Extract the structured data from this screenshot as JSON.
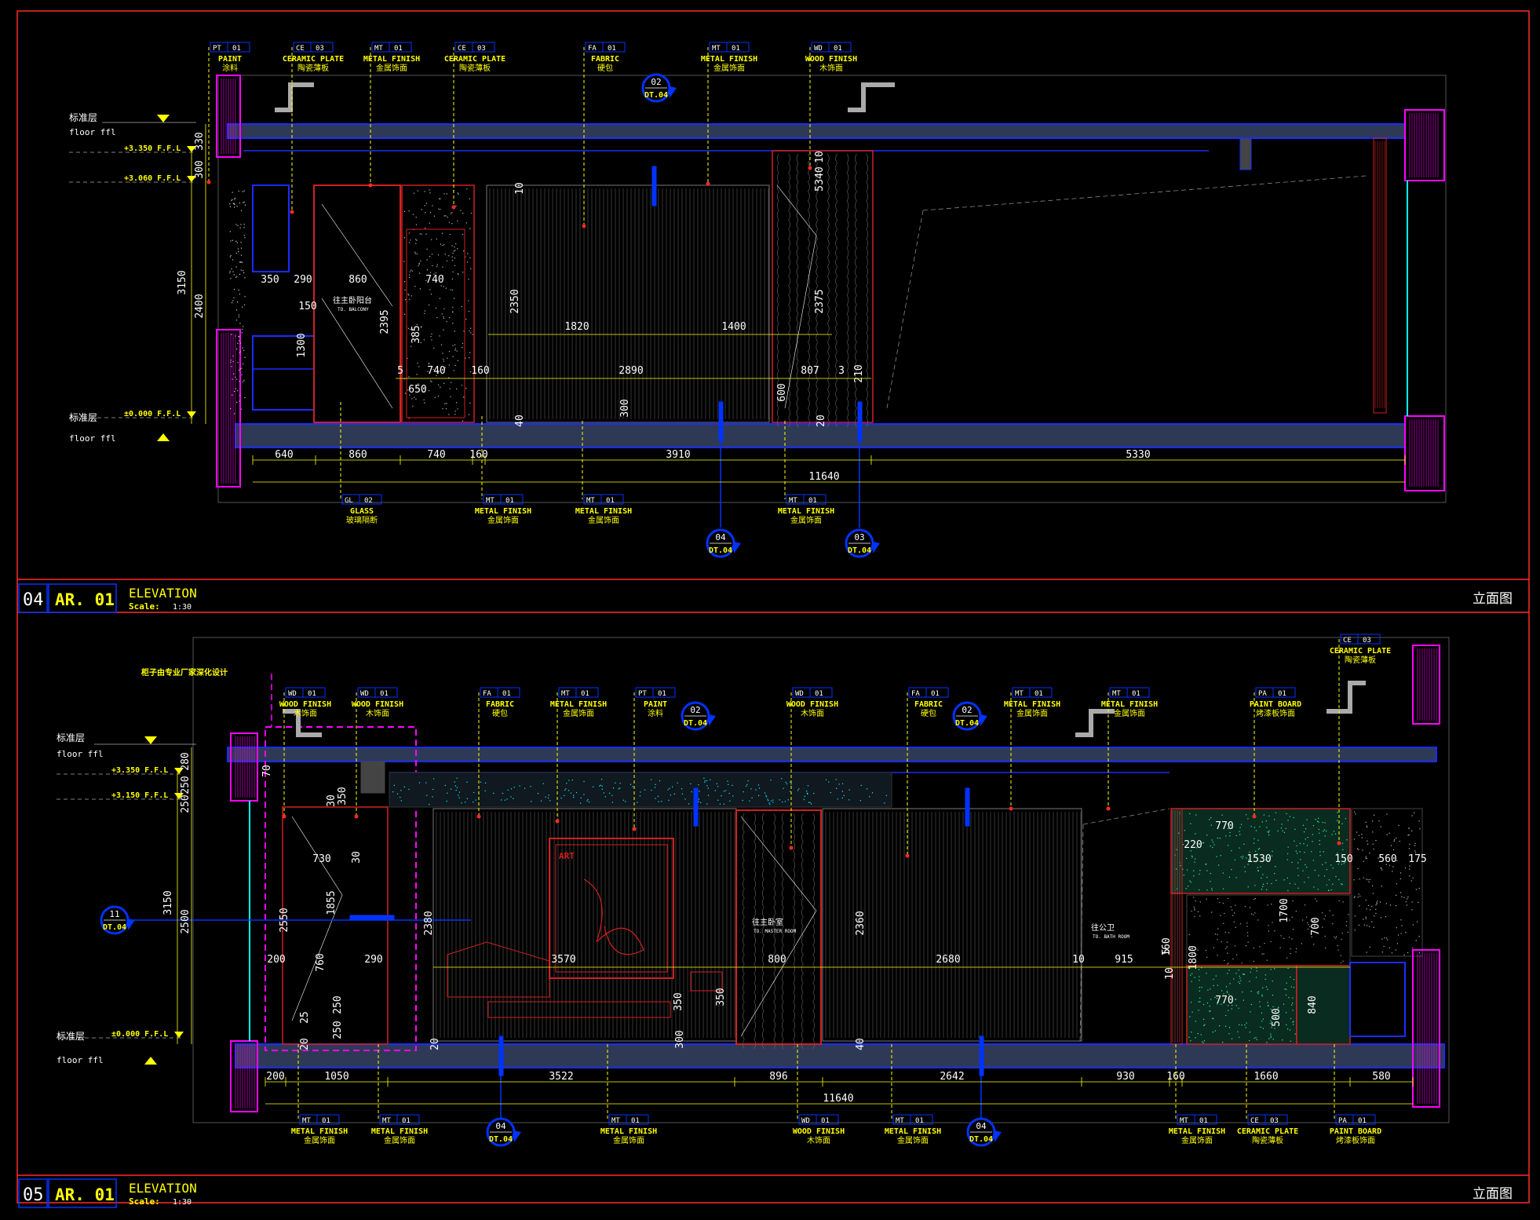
{
  "colors": {
    "background": "#000000",
    "frame": "#ff2a2a",
    "structure_blue": "#1a2cff",
    "leader_yellow": "#ffff00",
    "callout_blue": "#0033ff",
    "wall_magenta": "#ff00ff",
    "cyan": "#00ffff",
    "slab_gray": "#2e3a55",
    "wood_red": "#d02020",
    "dim_text": "#ffffff",
    "tag_text": "#ffffff",
    "label_yellow": "#ffff00"
  },
  "panels": [
    {
      "number": "04",
      "code": "AR. 01",
      "title": "ELEVATION",
      "scale_label": "Scale:",
      "scale_value": "1:30",
      "right_label": "立面图",
      "level_labels": [
        "标准层",
        "floor ffl",
        "标准层",
        "floor ffl"
      ],
      "level_marks": [
        "+3.350 F.F.L",
        "+3.060 F.F.L",
        "±0.000 F.F.L"
      ],
      "top_tags": [
        {
          "code": "PT",
          "num": "01",
          "en": "PAINT",
          "cn": "涂料"
        },
        {
          "code": "CE",
          "num": "03",
          "en": "CERAMIC PLATE",
          "cn": "陶瓷薄板"
        },
        {
          "code": "MT",
          "num": "01",
          "en": "METAL FINISH",
          "cn": "金属饰面"
        },
        {
          "code": "CE",
          "num": "03",
          "en": "CERAMIC PLATE",
          "cn": "陶瓷薄板"
        },
        {
          "code": "FA",
          "num": "01",
          "en": "FABRIC",
          "cn": "硬包"
        },
        {
          "code": "MT",
          "num": "01",
          "en": "METAL FINISH",
          "cn": "金属饰面"
        },
        {
          "code": "WD",
          "num": "01",
          "en": "WOOD FINISH",
          "cn": "木饰面"
        }
      ],
      "bottom_tags": [
        {
          "code": "GL",
          "num": "02",
          "en": "GLASS",
          "cn": "玻璃隔断"
        },
        {
          "code": "MT",
          "num": "01",
          "en": "METAL FINISH",
          "cn": "金属饰面"
        },
        {
          "code": "MT",
          "num": "01",
          "en": "METAL FINISH",
          "cn": "金属饰面"
        },
        {
          "code": "MT",
          "num": "01",
          "en": "METAL FINISH",
          "cn": "金属饰面"
        }
      ],
      "callouts": [
        {
          "num": "02",
          "ref": "DT.04"
        },
        {
          "num": "04",
          "ref": "DT.04"
        },
        {
          "num": "03",
          "ref": "DT.04"
        }
      ],
      "bottom_dims": [
        "640",
        "860",
        "740",
        "160",
        "3910",
        "5330"
      ],
      "total_dim": "11640",
      "left_dims": [
        "330",
        "300",
        "3150",
        "2400",
        "1300"
      ],
      "inner_dims": [
        "350",
        "290",
        "860",
        "740",
        "150",
        "385",
        "740",
        "650",
        "160",
        "1820",
        "1400",
        "2890",
        "807",
        "3",
        "210",
        "600",
        "300",
        "2350",
        "2375",
        "2395",
        "340",
        "10",
        "5",
        "10",
        "40",
        "20",
        "5"
      ],
      "notes": [
        "往主卧阳台",
        "TO. BALCONY"
      ]
    },
    {
      "number": "05",
      "code": "AR. 01",
      "title": "ELEVATION",
      "scale_label": "Scale:",
      "scale_value": "1:30",
      "right_label": "立面图",
      "level_labels": [
        "标准层",
        "floor ffl",
        "标准层",
        "floor ffl"
      ],
      "level_marks": [
        "+3.350 F.F.L",
        "+3.150 F.F.L",
        "±0.000 F.F.L"
      ],
      "left_note": "柜子由专业厂家深化设计",
      "top_tags": [
        {
          "code": "WD",
          "num": "01",
          "en": "WOOD FINISH",
          "cn": "木饰面"
        },
        {
          "code": "WD",
          "num": "01",
          "en": "WOOD FINISH",
          "cn": "木饰面"
        },
        {
          "code": "FA",
          "num": "01",
          "en": "FABRIC",
          "cn": "硬包"
        },
        {
          "code": "MT",
          "num": "01",
          "en": "METAL FINISH",
          "cn": "金属饰面"
        },
        {
          "code": "PT",
          "num": "01",
          "en": "PAINT",
          "cn": "涂料"
        },
        {
          "code": "WD",
          "num": "01",
          "en": "WOOD FINISH",
          "cn": "木饰面"
        },
        {
          "code": "FA",
          "num": "01",
          "en": "FABRIC",
          "cn": "硬包"
        },
        {
          "code": "MT",
          "num": "01",
          "en": "METAL FINISH",
          "cn": "金属饰面"
        },
        {
          "code": "MT",
          "num": "01",
          "en": "METAL FINISH",
          "cn": "金属饰面"
        },
        {
          "code": "PA",
          "num": "01",
          "en": "PAINT BOARD",
          "cn": "烤漆板饰面"
        },
        {
          "code": "CE",
          "num": "03",
          "en": "CERAMIC PLATE",
          "cn": "陶瓷薄板"
        }
      ],
      "bottom_tags": [
        {
          "code": "MT",
          "num": "01",
          "en": "METAL FINISH",
          "cn": "金属饰面"
        },
        {
          "code": "MT",
          "num": "01",
          "en": "METAL FINISH",
          "cn": "金属饰面"
        },
        {
          "code": "MT",
          "num": "01",
          "en": "METAL FINISH",
          "cn": "金属饰面"
        },
        {
          "code": "WD",
          "num": "01",
          "en": "WOOD FINISH",
          "cn": "木饰面"
        },
        {
          "code": "MT",
          "num": "01",
          "en": "METAL FINISH",
          "cn": "金属饰面"
        },
        {
          "code": "MT",
          "num": "01",
          "en": "METAL FINISH",
          "cn": "金属饰面"
        },
        {
          "code": "CE",
          "num": "03",
          "en": "CERAMIC PLATE",
          "cn": "陶瓷薄板"
        },
        {
          "code": "PA",
          "num": "01",
          "en": "PAINT BOARD",
          "cn": "烤漆板饰面"
        }
      ],
      "callouts": [
        {
          "num": "02",
          "ref": "DT.04"
        },
        {
          "num": "02",
          "ref": "DT.04"
        },
        {
          "num": "11",
          "ref": "DT.04"
        },
        {
          "num": "04",
          "ref": "DT.04"
        },
        {
          "num": "04",
          "ref": "DT.04"
        }
      ],
      "bottom_dims": [
        "200",
        "1050",
        "3522",
        "896",
        "2642",
        "930",
        "160",
        "1660",
        "580"
      ],
      "total_dim": "11640",
      "left_dims": [
        "280",
        "250",
        "250",
        "3150",
        "2500",
        "2550"
      ],
      "inner_dims": [
        "70",
        "30",
        "730",
        "30",
        "1855",
        "760",
        "200",
        "290",
        "2380",
        "3570",
        "800",
        "2360",
        "2680",
        "10",
        "915",
        "160",
        "770",
        "220",
        "1530",
        "150",
        "560",
        "175",
        "1700",
        "700",
        "1800",
        "770",
        "840",
        "500",
        "350",
        "350",
        "350",
        "300",
        "25",
        "250",
        "250",
        "20",
        "20",
        "40",
        "10",
        "5"
      ],
      "notes": [
        "ART",
        "往主卧室",
        "TO. MASTER ROOM",
        "往公卫",
        "TO. BATH ROOM"
      ]
    }
  ]
}
